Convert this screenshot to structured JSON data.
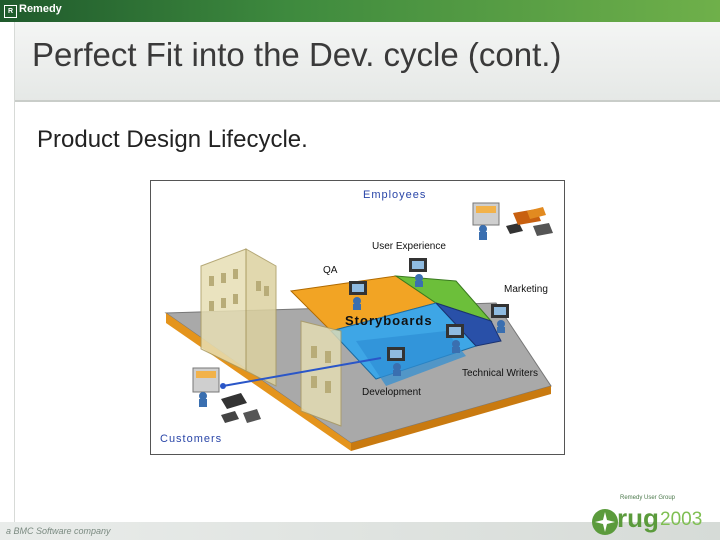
{
  "header": {
    "brand": "Remedy",
    "brand_mark": "R"
  },
  "slide": {
    "title": "Perfect Fit into the Dev. cycle (cont.)",
    "subtitle": "Product Design Lifecycle."
  },
  "diagram": {
    "labels": {
      "employees": "Employees",
      "user_experience": "User Experience",
      "qa": "QA",
      "marketing": "Marketing",
      "storyboards": "Storyboards",
      "technical_writers": "Technical Writers",
      "development": "Development",
      "customers": "Customers"
    },
    "colors": {
      "platform": "#a8a8a8",
      "platform_edge": "#e89a1a",
      "puzzle_orange": "#f2a424",
      "puzzle_green": "#6cbf3a",
      "puzzle_blue": "#3ea6e6",
      "puzzle_navy": "#2950a8",
      "label_blue": "#2a46a8"
    }
  },
  "footer": {
    "company": "a BMC Software company",
    "logo_group": "Remedy User Group",
    "logo_word": "rug",
    "logo_year": "2003"
  }
}
